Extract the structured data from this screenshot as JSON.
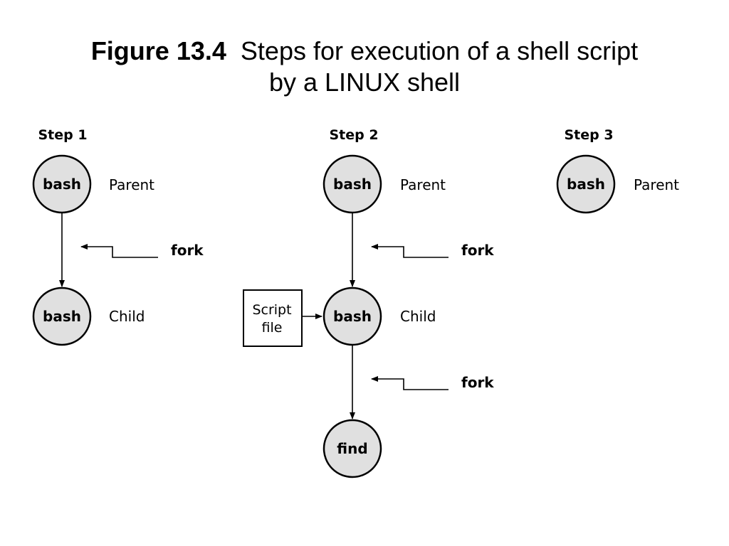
{
  "title": {
    "figure_number": "Figure 13.4",
    "line1_text": "Steps for execution of a shell script",
    "line2_text": "by a LINUX shell"
  },
  "steps": [
    {
      "label": "Step 1",
      "parent": {
        "name": "bash",
        "role": "Parent"
      },
      "fork_label": "fork",
      "child": {
        "name": "bash",
        "role": "Child"
      }
    },
    {
      "label": "Step 2",
      "parent": {
        "name": "bash",
        "role": "Parent"
      },
      "fork_label": "fork",
      "script_box": {
        "line1": "Script",
        "line2": "file"
      },
      "child": {
        "name": "bash",
        "role": "Child"
      },
      "second_fork_label": "fork",
      "grandchild": {
        "name": "find"
      }
    },
    {
      "label": "Step 3",
      "parent": {
        "name": "bash",
        "role": "Parent"
      }
    }
  ]
}
